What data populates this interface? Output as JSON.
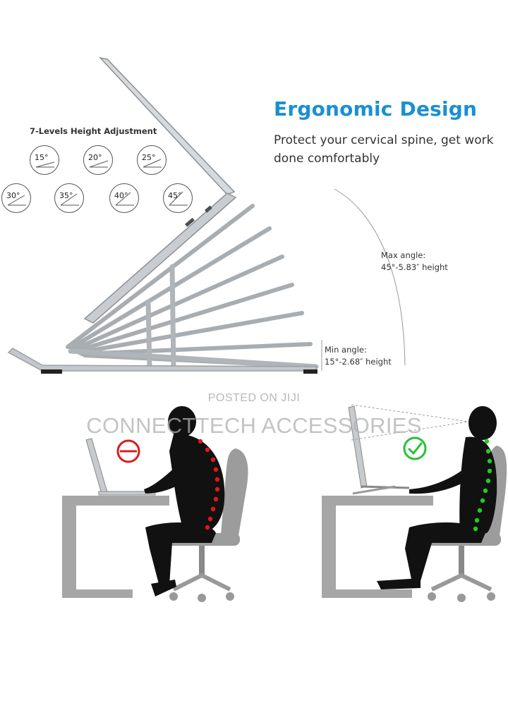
{
  "header": {
    "title": "Ergonomic Design",
    "subtitle": "Protect your cervical spine, get work done comfortably"
  },
  "levels": {
    "title": "7-Levels Height Adjustment",
    "angles": [
      "15°",
      "20°",
      "25°",
      "30°",
      "35°",
      "40°",
      "45°"
    ]
  },
  "callouts": {
    "max_line1": "Max angle:",
    "max_line2": "45°-5.83″ height",
    "min_line1": "Min angle:",
    "min_line2": "15°-2.68″ height"
  },
  "watermark": {
    "posted": "POSTED ON JIJI",
    "seller": "CONNECTTECH ACCESSORIES"
  },
  "icons": {
    "bad_posture": "prohibited-icon",
    "good_posture": "checkmark-icon"
  },
  "colors": {
    "headline": "#1a8fd6",
    "stand": "#b7bcc1",
    "furniture": "#a6a6a6",
    "silhouette": "#111111",
    "bad_spine": "#e01818",
    "good_spine": "#1fcf1f",
    "prohibited": "#d42020",
    "check": "#25c23a"
  }
}
